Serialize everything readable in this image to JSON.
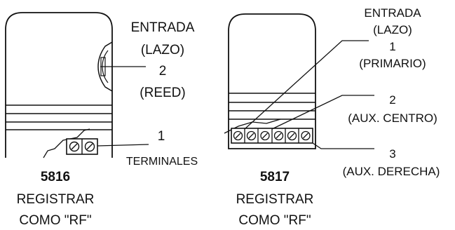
{
  "device_5816": {
    "model": "5816",
    "register_line1": "REGISTRAR",
    "register_line2": "COMO \"RF\"",
    "input_line1": "ENTRADA",
    "input_line2": "(LAZO)",
    "loop2_number": "2",
    "loop2_name": "(REED)",
    "loop1_number": "1",
    "loop1_name": "TERMINALES"
  },
  "device_5817": {
    "model": "5817",
    "register_line1": "REGISTRAR",
    "register_line2": "COMO \"RF\"",
    "input_line1": "ENTRADA",
    "input_line2": "(LAZO)",
    "loop1_number": "1",
    "loop1_name": "(PRIMARIO)",
    "loop2_number": "2",
    "loop2_name": "(AUX. CENTRO)",
    "loop3_number": "3",
    "loop3_name": "(AUX. DERECHA)"
  }
}
